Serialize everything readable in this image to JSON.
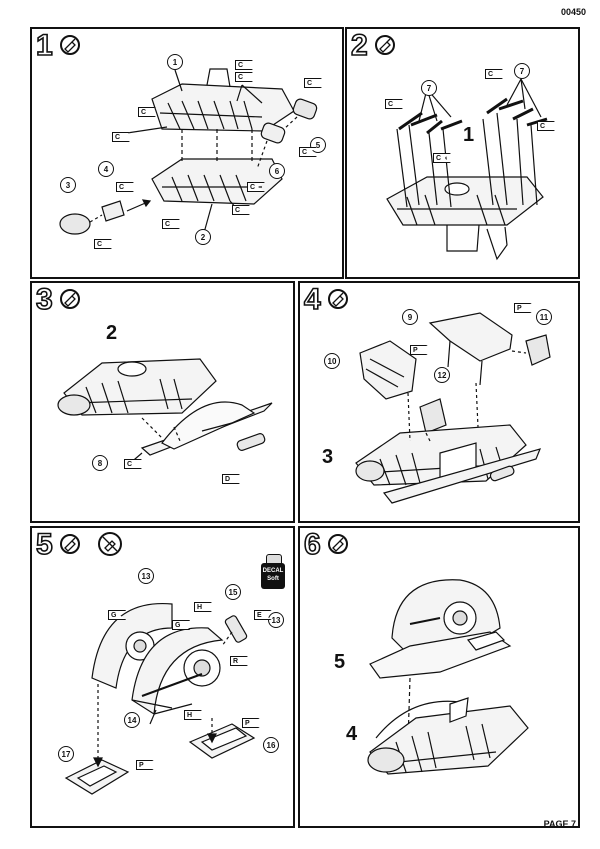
{
  "header": {
    "code": "00450"
  },
  "footer": {
    "page_label": "PAGE 7"
  },
  "steps": [
    {
      "number": "1",
      "icons": [
        "glue-tube-icon"
      ],
      "callouts": [
        "1",
        "2",
        "3",
        "4",
        "5",
        "6"
      ],
      "materials": [
        "C",
        "C",
        "C",
        "C",
        "C",
        "C",
        "C",
        "C",
        "C",
        "C"
      ]
    },
    {
      "number": "2",
      "icons": [
        "glue-tube-icon"
      ],
      "callouts": [
        "7",
        "7"
      ],
      "big_labels": [
        "1"
      ],
      "materials": [
        "C",
        "C",
        "C",
        "C"
      ]
    },
    {
      "number": "3",
      "icons": [
        "glue-tube-icon"
      ],
      "callouts": [
        "8"
      ],
      "big_labels": [
        "2"
      ],
      "materials": [
        "C",
        "D"
      ]
    },
    {
      "number": "4",
      "icons": [
        "glue-tube-icon"
      ],
      "callouts": [
        "9",
        "10",
        "11",
        "12"
      ],
      "big_labels": [
        "3"
      ],
      "materials": [
        "P",
        "P"
      ]
    },
    {
      "number": "5",
      "icons": [
        "glue-tube-icon",
        "no-glue-icon"
      ],
      "decal": {
        "line1": "DECAL",
        "line2": "Soft"
      },
      "callouts": [
        "13",
        "13",
        "14",
        "15",
        "16",
        "17"
      ],
      "materials": [
        "G",
        "G",
        "H",
        "E",
        "R",
        "H",
        "P",
        "P"
      ]
    },
    {
      "number": "6",
      "icons": [
        "glue-tube-icon"
      ],
      "big_labels": [
        "5",
        "4"
      ]
    }
  ]
}
